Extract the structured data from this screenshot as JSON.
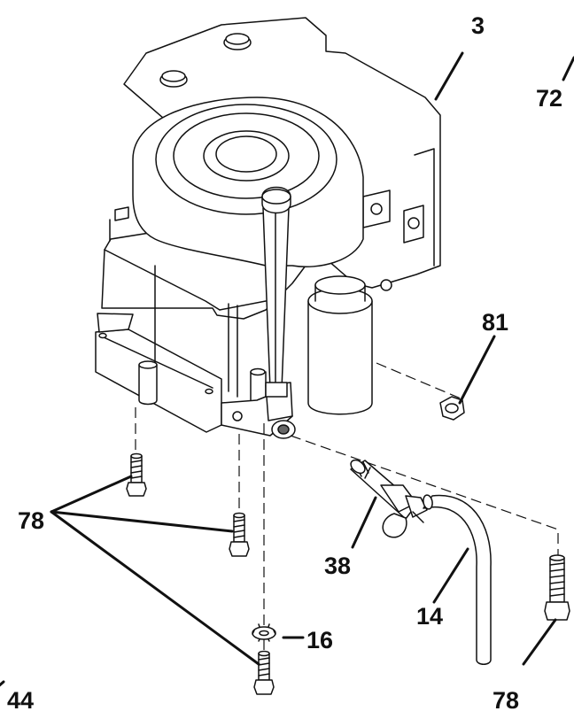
{
  "callouts": {
    "engine": "3",
    "top_right": "72",
    "nut": "81",
    "bolts_group": "78",
    "bolt_right": "78",
    "fitting": "38",
    "hose": "14",
    "washer": "16",
    "bottom_left": "44"
  }
}
